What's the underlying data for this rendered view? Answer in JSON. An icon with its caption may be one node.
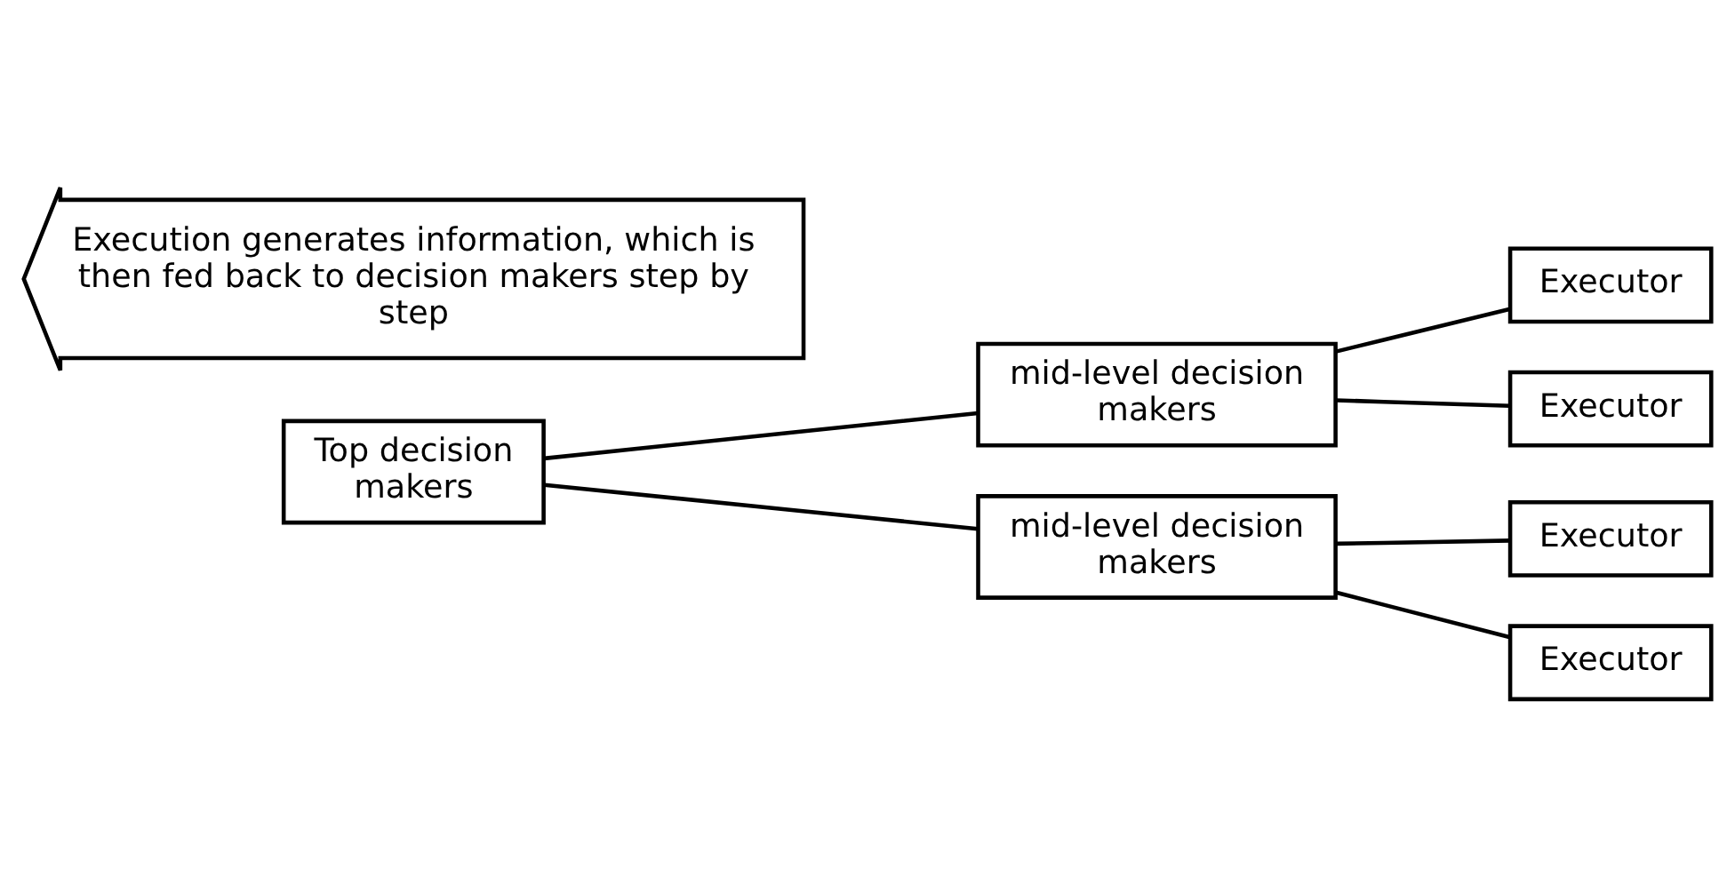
{
  "diagram": {
    "nodes": [
      {
        "text": [
          "Top decision makers"
        ]
      },
      {
        "text": [
          "mid-level decision makers"
        ]
      },
      {
        "text": [
          "mid-level decision makers"
        ]
      },
      {
        "text": [
          "Executor"
        ]
      },
      {
        "text": [
          "Executor"
        ]
      },
      {
        "text": [
          "Executor"
        ]
      },
      {
        "text": [
          "Executor"
        ]
      },
      {
        "text": [
          "Execution generates information, which is then fed back to decision makers step by step"
        ]
      }
    ],
    "edges": [
      {
        "from": 0,
        "to": 1,
        "arrow": "none"
      },
      {
        "from": 0,
        "to": 2,
        "arrow": "none"
      },
      {
        "from": 1,
        "to": 3,
        "arrow": "none"
      },
      {
        "from": 1,
        "to": 4,
        "arrow": "none"
      },
      {
        "from": 2,
        "to": 5,
        "arrow": "none"
      },
      {
        "from": 2,
        "to": 6,
        "arrow": "none"
      }
    ]
  }
}
